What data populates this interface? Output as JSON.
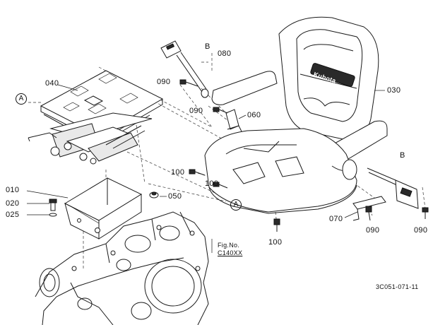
{
  "parts": {
    "p010": "010",
    "p020": "020",
    "p025": "025",
    "p030": "030",
    "p040": "040",
    "p050": "050",
    "p060": "060",
    "p070": "070",
    "p080": "080",
    "p090a": "090",
    "p090b": "090",
    "p090c": "090",
    "p090d": "090",
    "p100a": "100",
    "p100b": "100",
    "p100c": "100"
  },
  "markers": {
    "a_left": "A",
    "a_center": "A",
    "b_top": "B",
    "b_right": "B"
  },
  "seat_brand": "Kubota",
  "fig_ref": {
    "line1": "Fig.No.",
    "line2": "C140XX"
  },
  "drawing_code": "3C051-071-11"
}
